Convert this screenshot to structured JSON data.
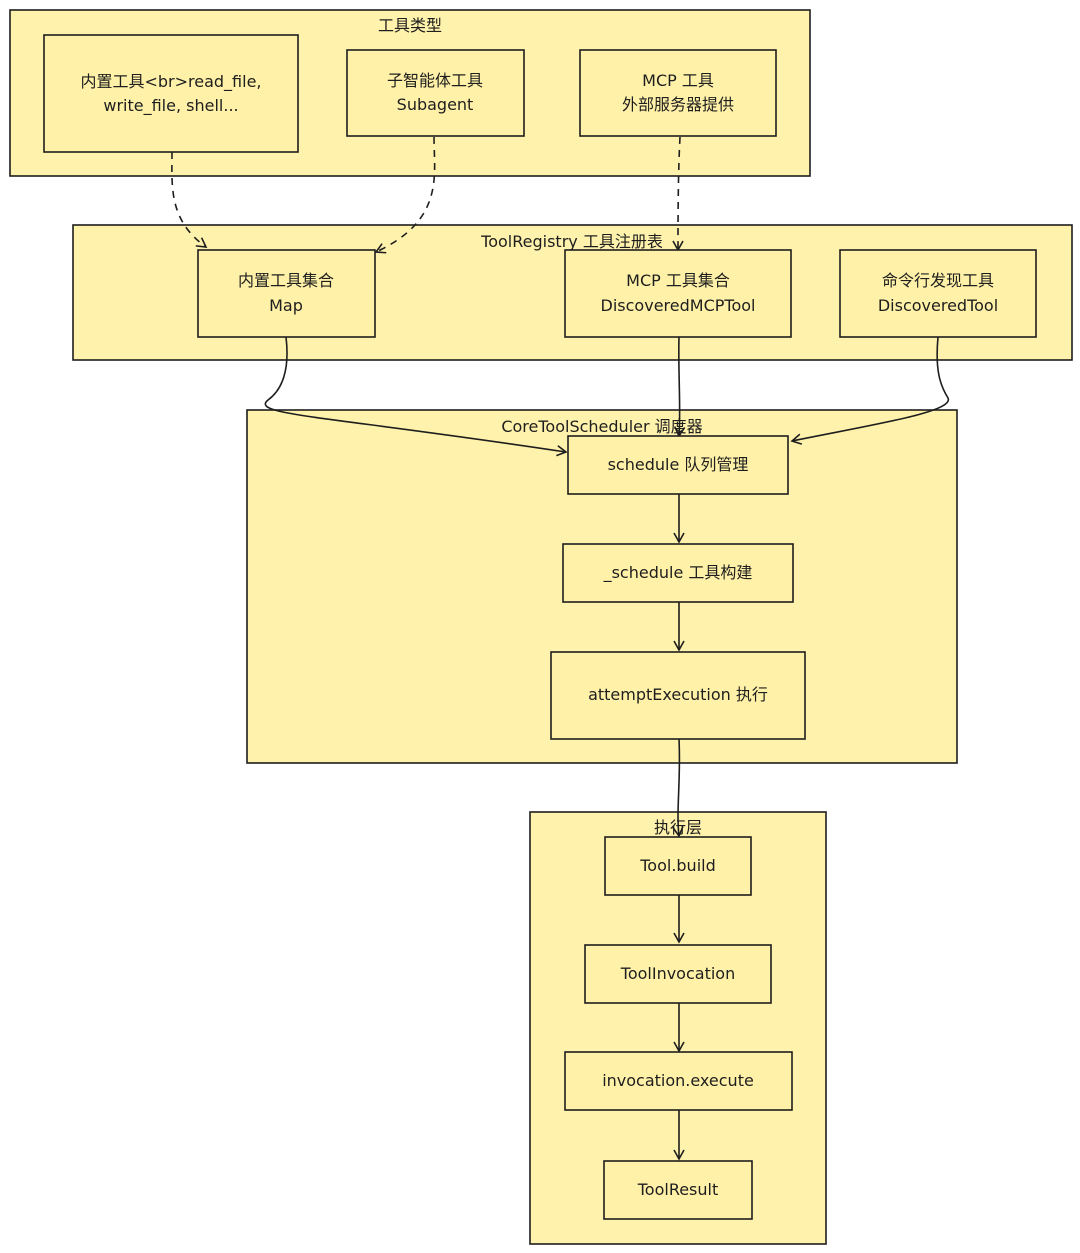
{
  "groups": {
    "tool_types": {
      "title": "工具类型"
    },
    "registry": {
      "title": "ToolRegistry 工具注册表"
    },
    "scheduler": {
      "title": "CoreToolScheduler 调度器"
    },
    "execution": {
      "title": "执行层"
    }
  },
  "nodes": {
    "builtin_tools": {
      "line1": "内置工具<br>read_file,",
      "line2": "write_file, shell..."
    },
    "subagent_tools": {
      "line1": "子智能体工具",
      "line2": "Subagent"
    },
    "mcp_tools": {
      "line1": "MCP 工具",
      "line2": "外部服务器提供"
    },
    "builtin_set": {
      "line1": "内置工具集合",
      "line2": "Map"
    },
    "mcp_set": {
      "line1": "MCP 工具集合",
      "line2": "DiscoveredMCPTool"
    },
    "cli_discovered": {
      "line1": "命令行发现工具",
      "line2": "DiscoveredTool"
    },
    "schedule": {
      "label": "schedule 队列管理"
    },
    "schedule_build": {
      "label": "_schedule 工具构建"
    },
    "attempt_execution": {
      "label": "attemptExecution 执行"
    },
    "tool_build": {
      "label": "Tool.build"
    },
    "tool_invocation": {
      "label": "ToolInvocation"
    },
    "invocation_execute": {
      "label": "invocation.execute"
    },
    "tool_result": {
      "label": "ToolResult"
    }
  }
}
